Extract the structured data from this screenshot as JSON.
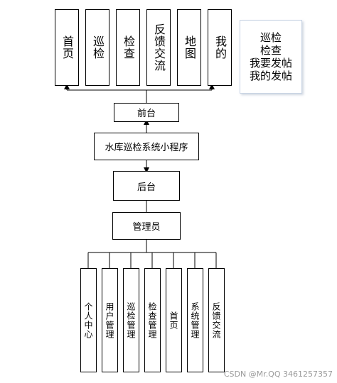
{
  "frontend_pages": [
    {
      "key": "home",
      "label": "首页"
    },
    {
      "key": "patrol",
      "label": "巡检"
    },
    {
      "key": "inspect",
      "label": "检查"
    },
    {
      "key": "feedback",
      "label": "反馈交流"
    },
    {
      "key": "map",
      "label": "地图"
    },
    {
      "key": "mine",
      "label": "我的"
    }
  ],
  "my_page_note": [
    "巡检",
    "检查",
    "我要发帖",
    "我的发帖"
  ],
  "front_end": "前台",
  "system_name": "水库巡检系统小程序",
  "back_end": "后台",
  "admin": "管理员",
  "admin_modules": [
    {
      "key": "profile",
      "label": "个人中心"
    },
    {
      "key": "user-mgmt",
      "label": "用户管理"
    },
    {
      "key": "patrol-mgmt",
      "label": "巡检管理"
    },
    {
      "key": "inspect-mgmt",
      "label": "检查管理"
    },
    {
      "key": "home",
      "label": "首页"
    },
    {
      "key": "system-mgmt",
      "label": "系统管理"
    },
    {
      "key": "feedback",
      "label": "反馈交流"
    }
  ],
  "watermark": "CSDN @Mr.QQ 3461257357",
  "colors": {
    "line": "#000000",
    "note_border": "#c8d4e4"
  }
}
